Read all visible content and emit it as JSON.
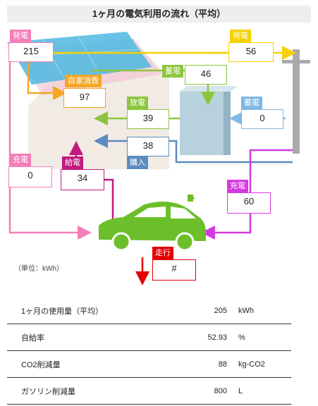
{
  "title": "1ヶ月の電気利用の流れ（平均）",
  "nodes": {
    "generation": {
      "label": "発電",
      "value": "215",
      "color": "#f27fb8"
    },
    "self_consumption": {
      "label": "自家消費",
      "value": "97",
      "color": "#f5a623"
    },
    "sell_generation": {
      "label": "発電",
      "value": "56",
      "color": "#f5d100"
    },
    "charge_storage": {
      "label": "蓄電",
      "value": "46",
      "color": "#8cc63f"
    },
    "discharge": {
      "label": "放電",
      "value": "39",
      "color": "#8cc63f"
    },
    "storage_grid": {
      "label": "蓄電",
      "value": "0",
      "color": "#7fb8e6"
    },
    "purchase": {
      "label": "購入",
      "value": "38",
      "color": "#5b8bbf"
    },
    "car_charge_left": {
      "label": "充電",
      "value": "0",
      "color": "#f27fb8"
    },
    "supply": {
      "label": "給電",
      "value": "34",
      "color": "#c2187f"
    },
    "car_charge_right": {
      "label": "充電",
      "value": "60",
      "color": "#d63adf"
    },
    "driving": {
      "label": "走行",
      "value": "#",
      "color": "#e30000"
    }
  },
  "unit_note": "（単位：kWh）",
  "stats": [
    {
      "label": "1ヶ月の使用量（平均）",
      "value": "205",
      "unit": "kWh"
    },
    {
      "label": "自給率",
      "value": "52.93",
      "unit": "%"
    },
    {
      "label": "CO2削減量",
      "value": "88",
      "unit": "kg-CO2"
    },
    {
      "label": "ガソリン削減量",
      "value": "800",
      "unit": "L"
    }
  ]
}
